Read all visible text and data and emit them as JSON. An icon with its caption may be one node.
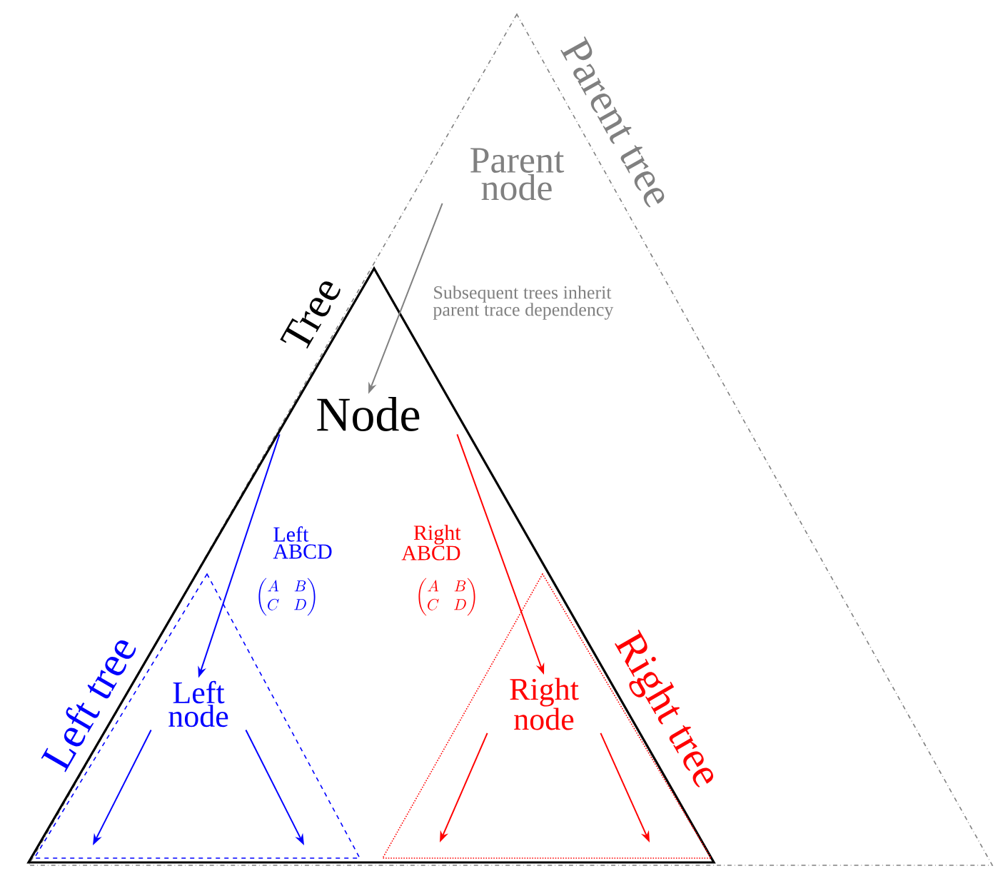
{
  "diagram": {
    "nodes": [
      {
        "text": [
          "Parent tree"
        ]
      },
      {
        "text": [
          "Parent node"
        ],
        "in": 0
      },
      {
        "text": [
          "Tree"
        ],
        "in": 0
      },
      {
        "text": [
          "Node"
        ],
        "in": 2
      },
      {
        "text": [
          "Left tree"
        ],
        "in": 2
      },
      {
        "text": [
          "Left node"
        ],
        "in": 4
      },
      {
        "text": [
          "Right tree"
        ],
        "in": 2
      },
      {
        "text": [
          "Right node"
        ],
        "in": 6
      }
    ],
    "edges": [
      {
        "from": 1,
        "to": 3,
        "arrow": "to",
        "label": "Subsequent trees inherit parent trace dependency",
        "color": "#808080"
      },
      {
        "from": 3,
        "to": 5,
        "arrow": "to",
        "label": "Left ABCD",
        "color": "#0000ff"
      },
      {
        "from": 3,
        "to": 7,
        "arrow": "to",
        "label": "Right ABCD",
        "color": "#ff0000"
      },
      {
        "from": 5,
        "to": null,
        "arrow": "to",
        "color": "#0000ff"
      },
      {
        "from": 5,
        "to": null,
        "arrow": "to",
        "color": "#0000ff"
      },
      {
        "from": 7,
        "to": null,
        "arrow": "to",
        "color": "#ff0000"
      },
      {
        "from": 7,
        "to": null,
        "arrow": "to",
        "color": "#ff0000"
      }
    ],
    "labels": [
      "\\begin{pmatrix}A & B\\\\ C & D\\end{pmatrix}",
      "\\begin{pmatrix}A & B\\\\ C & D\\end{pmatrix}"
    ]
  }
}
